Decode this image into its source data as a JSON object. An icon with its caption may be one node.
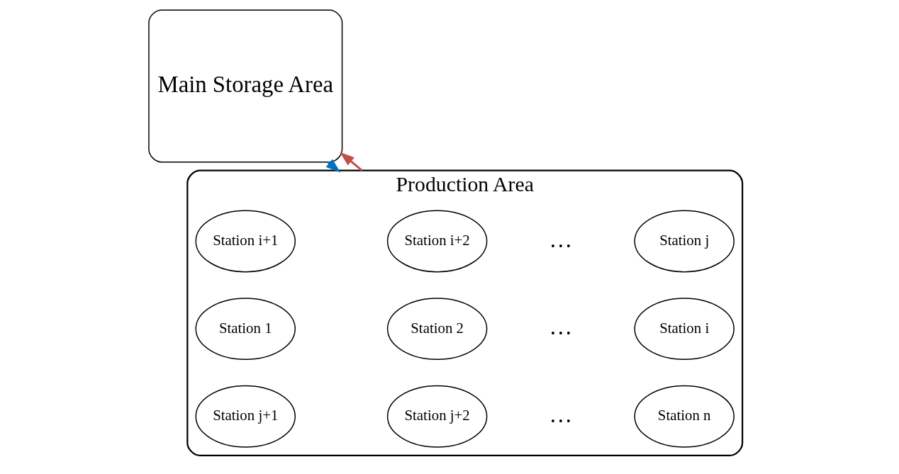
{
  "diagram": {
    "nodes": [
      {
        "text": [
          "Main Storage Area"
        ]
      },
      {
        "text": [
          "Production Area"
        ]
      },
      {
        "text": [
          "Station 1"
        ],
        "in": 1
      },
      {
        "text": [
          "Station 2"
        ],
        "in": 1
      },
      {
        "text": [
          "Station i"
        ],
        "in": 1
      },
      {
        "text": [
          "Station i+1"
        ],
        "in": 1
      },
      {
        "text": [
          "Station i+2"
        ],
        "in": 1
      },
      {
        "text": [
          "Station j"
        ],
        "in": 1
      },
      {
        "text": [
          "Station j+1"
        ],
        "in": 1
      },
      {
        "text": [
          "Station j+2"
        ],
        "in": 1
      },
      {
        "text": [
          "Station n"
        ],
        "in": 1
      }
    ],
    "edges": [
      {
        "from": 0,
        "to": 1,
        "arrow": "to",
        "color": "#0070c0"
      },
      {
        "from": 1,
        "to": 0,
        "arrow": "to",
        "color": "#c0504d"
      }
    ],
    "labels": [
      "…",
      "…",
      "…"
    ]
  }
}
